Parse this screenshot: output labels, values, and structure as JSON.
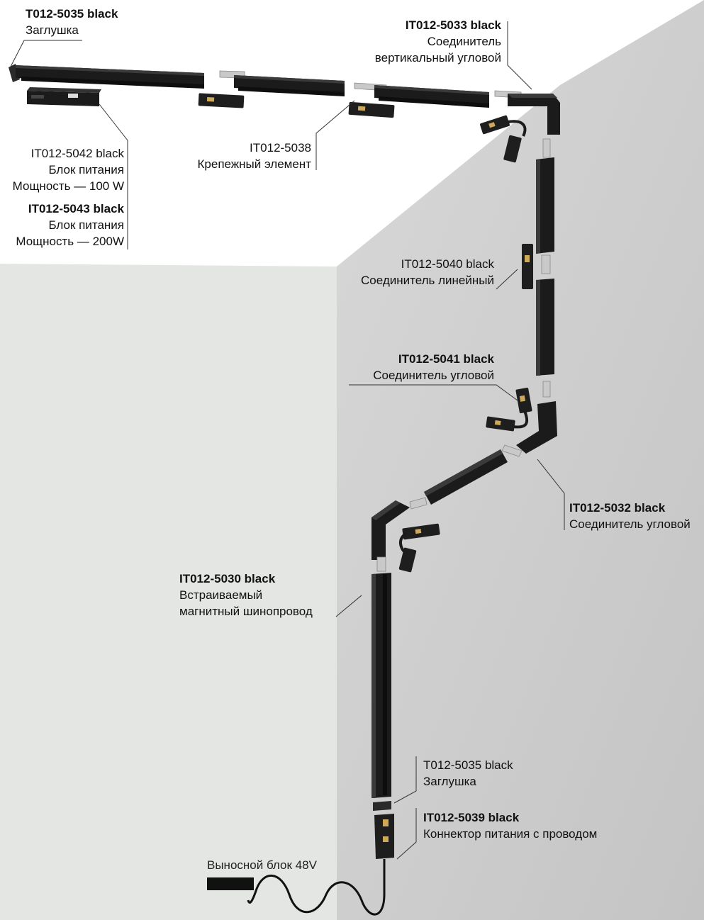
{
  "labels": {
    "end_cap_top": {
      "code": "T012-5035 black",
      "desc": "Заглушка"
    },
    "vertical_corner": {
      "code": "IT012-5033 black",
      "desc1": "Соединитель",
      "desc2": "вертикальный угловой"
    },
    "mount": {
      "code": "IT012-5038",
      "desc": "Крепежный элемент"
    },
    "psu_100": {
      "code": "IT012-5042 black",
      "desc1": "Блок питания",
      "desc2": "Мощность — 100 W"
    },
    "psu_200": {
      "code": "IT012-5043 black",
      "desc1": "Блок питания",
      "desc2": "Мощность — 200W"
    },
    "linear": {
      "code": "IT012-5040 black",
      "desc": "Соединитель линейный"
    },
    "corner_flex": {
      "code": "IT012-5041 black",
      "desc": "Соединитель  угловой"
    },
    "corner": {
      "code": "IT012-5032 black",
      "desc": "Соединитель  угловой"
    },
    "track": {
      "code": "IT012-5030 black",
      "desc1": "Встраиваемый",
      "desc2": "магнитный шинопровод"
    },
    "end_cap_bottom": {
      "code": "T012-5035 black",
      "desc": "Заглушка"
    },
    "power_connector": {
      "code": "IT012-5039 black",
      "desc": "Коннектор питания с проводом"
    },
    "remote_block": "Выносной блок 48V"
  },
  "colors": {
    "ceiling": "#ffffff",
    "left_wall": "#e4e6e4",
    "right_wall": "#cdcdcd",
    "track": "#1b1b1b",
    "bracket": "#c9c9c9"
  }
}
